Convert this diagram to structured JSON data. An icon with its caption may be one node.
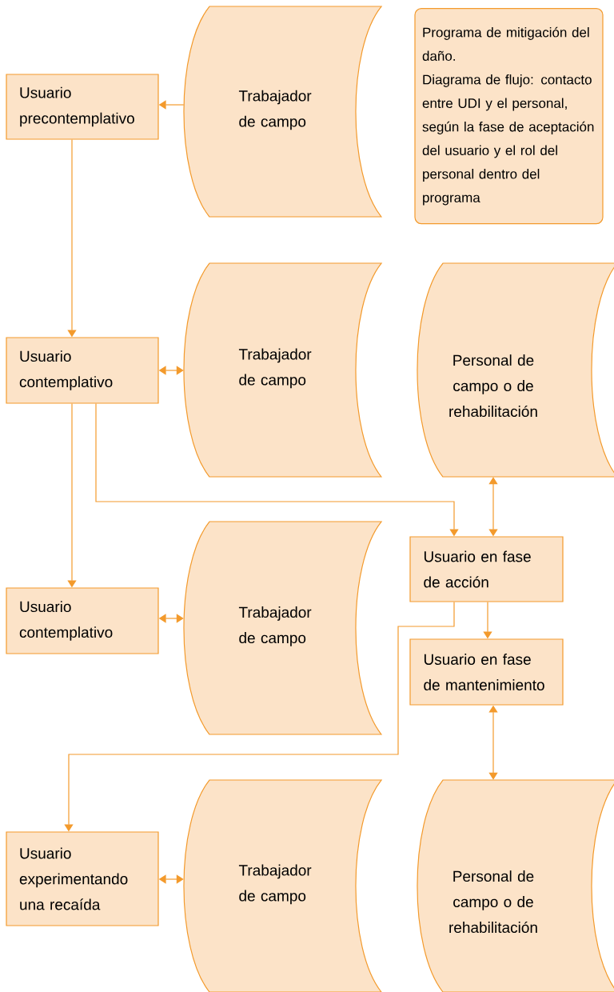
{
  "diagram": {
    "nodes": [
      {
        "text": [
          "Usuario precontemplativo"
        ]
      },
      {
        "text": [
          "Trabajador de campo"
        ]
      },
      {
        "text": [
          "Programa de mitigación del daño.",
          "Diagrama de flujo: contacto entre UDI y el personal, según la fase de aceptación del usuario y el rol del personal dentro del programa"
        ]
      },
      {
        "text": [
          "Usuario contemplativo"
        ]
      },
      {
        "text": [
          "Trabajador de campo"
        ]
      },
      {
        "text": [
          "Personal de campo o de rehabilitación"
        ]
      },
      {
        "text": [
          "Usuario en fase de acción"
        ]
      },
      {
        "text": [
          "Usuario contemplativo"
        ]
      },
      {
        "text": [
          "Trabajador de campo"
        ]
      },
      {
        "text": [
          "Usuario en fase de mantenimiento"
        ]
      },
      {
        "text": [
          "Usuario experimentando una recaída"
        ]
      },
      {
        "text": [
          "Trabajador de campo"
        ]
      },
      {
        "text": [
          "Personal de campo o de rehabilitación"
        ]
      }
    ],
    "edges": [
      {
        "from": 1,
        "to": 0,
        "arrow": "to"
      },
      {
        "from": 0,
        "to": 3,
        "arrow": "to"
      },
      {
        "from": 3,
        "to": 4,
        "arrow": "both"
      },
      {
        "from": 3,
        "to": 7,
        "arrow": "to"
      },
      {
        "from": 3,
        "to": 6,
        "arrow": "to"
      },
      {
        "from": 5,
        "to": 6,
        "arrow": "both"
      },
      {
        "from": 6,
        "to": 9,
        "arrow": "to"
      },
      {
        "from": 6,
        "to": 10,
        "arrow": "to"
      },
      {
        "from": 7,
        "to": 8,
        "arrow": "both"
      },
      {
        "from": 9,
        "to": 12,
        "arrow": "both"
      },
      {
        "from": 10,
        "to": 11,
        "arrow": "both"
      }
    ]
  }
}
